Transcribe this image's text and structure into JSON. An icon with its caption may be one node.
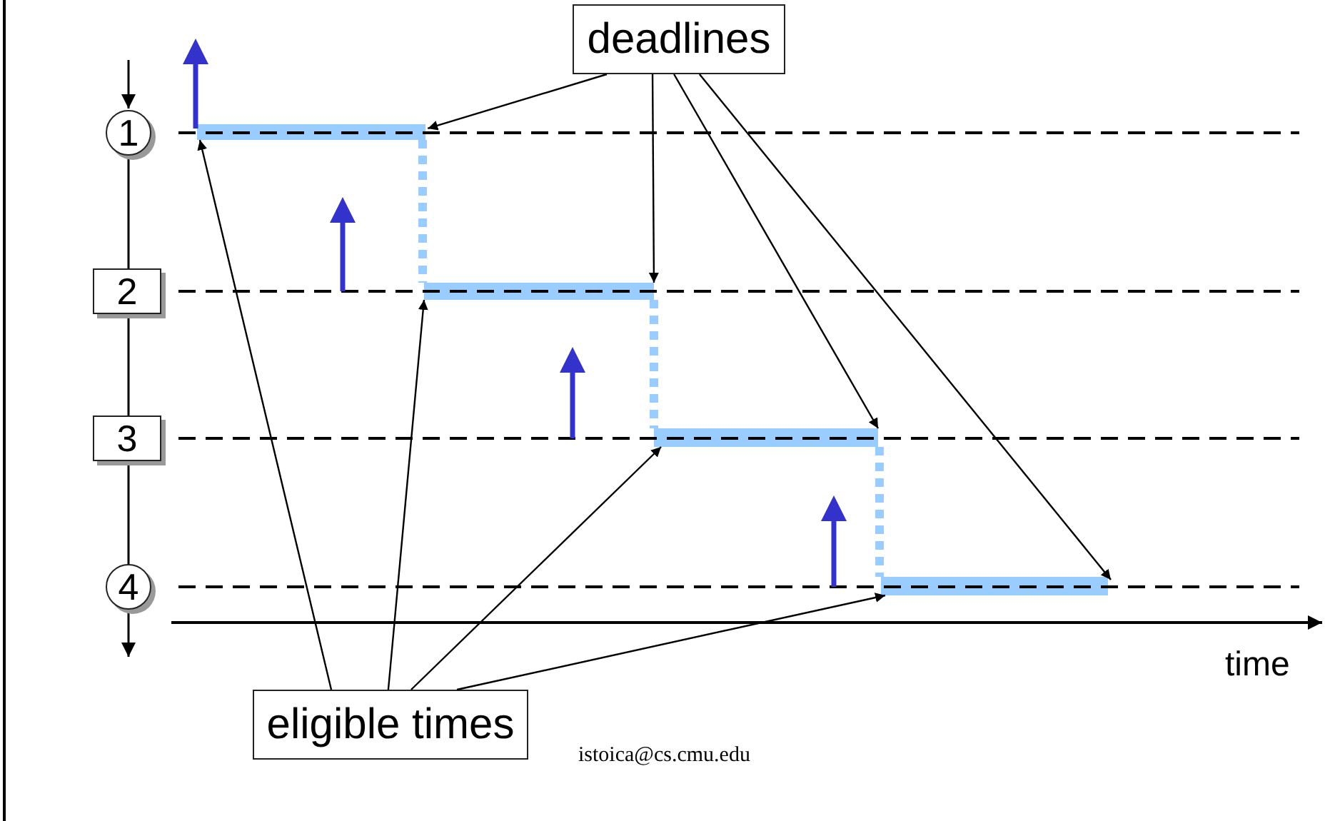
{
  "diagram": {
    "nodes": [
      {
        "text": [
          "deadlines"
        ]
      },
      {
        "text": [
          "1"
        ]
      },
      {
        "text": [
          "2"
        ]
      },
      {
        "text": [
          "3"
        ]
      },
      {
        "text": [
          "4"
        ]
      },
      {
        "text": [],
        "shape": "bar"
      },
      {
        "text": [],
        "shape": "bar"
      },
      {
        "text": [],
        "shape": "bar"
      },
      {
        "text": [],
        "shape": "bar"
      },
      {
        "text": [
          "eligible times"
        ]
      }
    ],
    "edges": [
      {
        "from": 0,
        "to": 5,
        "arrow": "to"
      },
      {
        "from": 0,
        "to": 6,
        "arrow": "to"
      },
      {
        "from": 0,
        "to": 7,
        "arrow": "to"
      },
      {
        "from": 0,
        "to": 8,
        "arrow": "to"
      },
      {
        "from": 9,
        "to": 5,
        "arrow": "to"
      },
      {
        "from": 9,
        "to": 6,
        "arrow": "to"
      },
      {
        "from": 9,
        "to": 7,
        "arrow": "to"
      },
      {
        "from": 9,
        "to": 8,
        "arrow": "to"
      },
      {
        "from": 5,
        "to": 6,
        "arrow": "none",
        "style": "dashed",
        "color": "#99ccff"
      },
      {
        "from": 6,
        "to": 7,
        "arrow": "none",
        "style": "dashed",
        "color": "#99ccff"
      },
      {
        "from": 7,
        "to": 8,
        "arrow": "none",
        "style": "dashed",
        "color": "#99ccff"
      }
    ],
    "labels": [
      "time",
      "istoica@cs.cmu.edu"
    ]
  }
}
